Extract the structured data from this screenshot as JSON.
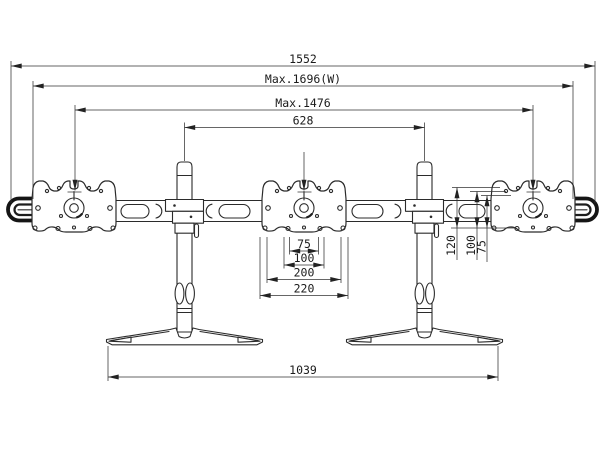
{
  "drawing": {
    "kind": "technical-dimension-drawing",
    "subject": "triple-monitor-freestanding-desk-mount",
    "colors": {
      "ink": "#2b2b2b",
      "dimension_line": "#333333",
      "background": "#ffffff"
    },
    "dims": {
      "overall_width": "1552",
      "max_width": "Max.1696(W)",
      "max_span": "Max.1476",
      "pole_span": "628",
      "cp_75": "75",
      "cp_100": "100",
      "cp_200": "200",
      "cp_220": "220",
      "rp_120": "120",
      "rp_100": "100",
      "rp_75": "75",
      "base_span": "1039"
    }
  }
}
